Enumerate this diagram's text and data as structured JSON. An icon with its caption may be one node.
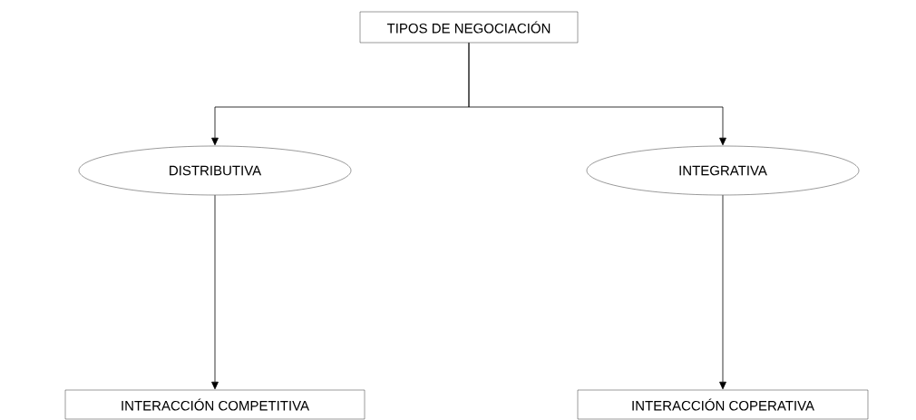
{
  "diagram": {
    "nodes": [
      {
        "text": [
          "TIPOS DE NEGOCIACIÓN"
        ]
      },
      {
        "text": [
          "DISTRIBUTIVA"
        ]
      },
      {
        "text": [
          "INTEGRATIVA"
        ]
      },
      {
        "text": [
          "INTERACCIÓN COMPETITIVA"
        ]
      },
      {
        "text": [
          "INTERACCIÓN COPERATIVA"
        ]
      }
    ],
    "edges": [
      {
        "from": 0,
        "to": 1,
        "arrow": "to"
      },
      {
        "from": 0,
        "to": 2,
        "arrow": "to"
      },
      {
        "from": 1,
        "to": 3,
        "arrow": "to"
      },
      {
        "from": 2,
        "to": 4,
        "arrow": "to"
      }
    ]
  }
}
